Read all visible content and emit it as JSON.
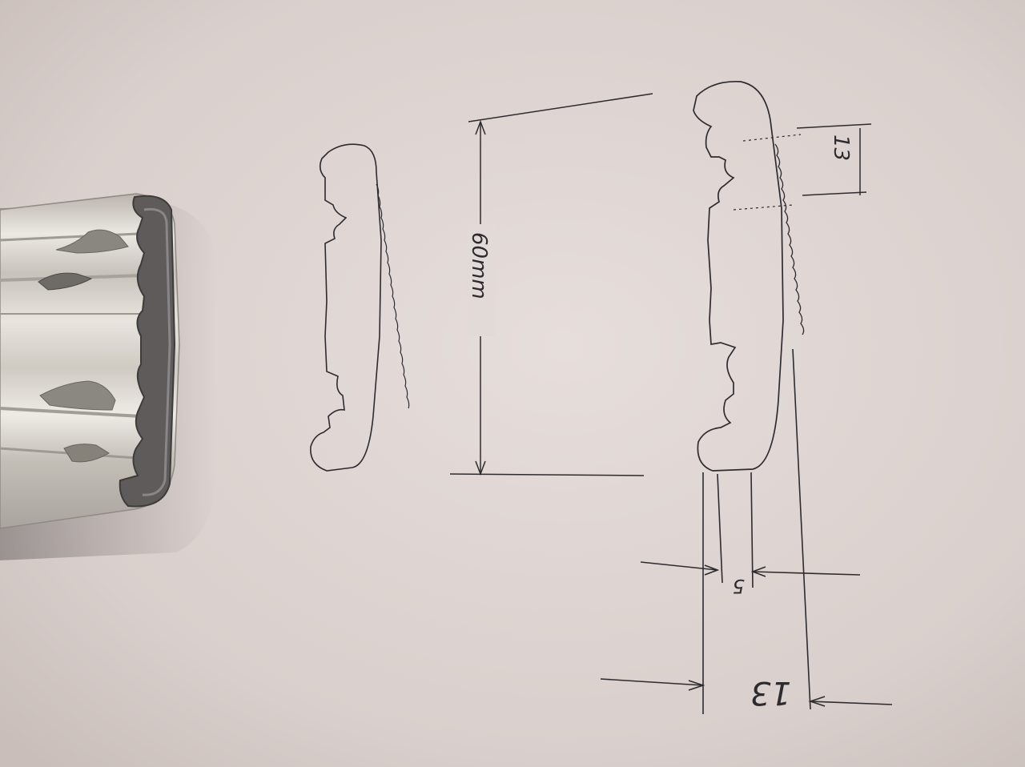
{
  "photo": {
    "paper_color": "#ddd4d1",
    "ink_color": "#2e2b2f",
    "metal_color": "#c9c4bd",
    "metal_shadow_color": "#6f6b6a",
    "subject": "aluminium-profile-and-hand-sketch"
  },
  "sketch": {
    "overall_dimension": "60mm",
    "groove_depth": "13",
    "slot_width": "5",
    "overall_thickness": "13"
  }
}
